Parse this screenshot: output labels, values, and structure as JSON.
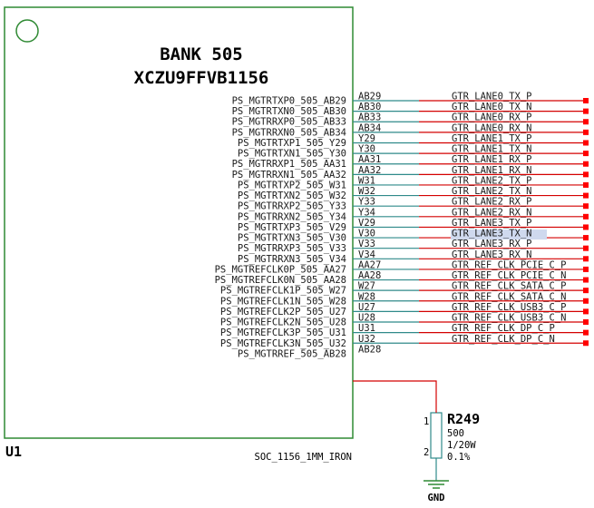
{
  "symbol": {
    "bank_label": "BANK 505",
    "part_number": "XCZU9FFVB1156",
    "ref_des": "U1",
    "footprint": "SOC_1156_1MM_IRON"
  },
  "pins": [
    {
      "name": "PS_MGTRTXP0_505_AB29",
      "num": "AB29",
      "net": "GTR_LANE0_TX_P"
    },
    {
      "name": "PS_MGTRTXN0_505_AB30",
      "num": "AB30",
      "net": "GTR_LANE0_TX_N"
    },
    {
      "name": "PS_MGTRRXP0_505_AB33",
      "num": "AB33",
      "net": "GTR_LANE0_RX_P"
    },
    {
      "name": "PS_MGTRRXN0_505_AB34",
      "num": "AB34",
      "net": "GTR_LANE0_RX_N"
    },
    {
      "name": "PS_MGTRTXP1_505_Y29",
      "num": "Y29",
      "net": "GTR_LANE1_TX_P"
    },
    {
      "name": "PS_MGTRTXN1_505_Y30",
      "num": "Y30",
      "net": "GTR_LANE1_TX_N"
    },
    {
      "name": "PS_MGTRRXP1_505_AA31",
      "num": "AA31",
      "net": "GTR_LANE1_RX_P"
    },
    {
      "name": "PS_MGTRRXN1_505_AA32",
      "num": "AA32",
      "net": "GTR_LANE1_RX_N"
    },
    {
      "name": "PS_MGTRTXP2_505_W31",
      "num": "W31",
      "net": "GTR_LANE2_TX_P"
    },
    {
      "name": "PS_MGTRTXN2_505_W32",
      "num": "W32",
      "net": "GTR_LANE2_TX_N"
    },
    {
      "name": "PS_MGTRRXP2_505_Y33",
      "num": "Y33",
      "net": "GTR_LANE2_RX_P"
    },
    {
      "name": "PS_MGTRRXN2_505_Y34",
      "num": "Y34",
      "net": "GTR_LANE2_RX_N"
    },
    {
      "name": "PS_MGTRTXP3_505_V29",
      "num": "V29",
      "net": "GTR_LANE3_TX_P"
    },
    {
      "name": "PS_MGTRTXN3_505_V30",
      "num": "V30",
      "net": "GTR_LANE3_TX_N",
      "highlight": true
    },
    {
      "name": "PS_MGTRRXP3_505_V33",
      "num": "V33",
      "net": "GTR_LANE3_RX_P"
    },
    {
      "name": "PS_MGTRRXN3_505_V34",
      "num": "V34",
      "net": "GTR_LANE3_RX_N"
    },
    {
      "name": "PS_MGTREFCLK0P_505_AA27",
      "num": "AA27",
      "net": "GTR_REF_CLK_PCIE_C_P"
    },
    {
      "name": "PS_MGTREFCLK0N_505_AA28",
      "num": "AA28",
      "net": "GTR_REF_CLK_PCIE_C_N"
    },
    {
      "name": "PS_MGTREFCLK1P_505_W27",
      "num": "W27",
      "net": "GTR_REF_CLK_SATA_C_P"
    },
    {
      "name": "PS_MGTREFCLK1N_505_W28",
      "num": "W28",
      "net": "GTR_REF_CLK_SATA_C_N"
    },
    {
      "name": "PS_MGTREFCLK2P_505_U27",
      "num": "U27",
      "net": "GTR_REF_CLK_USB3_C_P"
    },
    {
      "name": "PS_MGTREFCLK2N_505_U28",
      "num": "U28",
      "net": "GTR_REF_CLK_USB3_C_N"
    },
    {
      "name": "PS_MGTREFCLK3P_505_U31",
      "num": "U31",
      "net": "GTR_REF_CLK_DP_C_P"
    },
    {
      "name": "PS_MGTREFCLK3N_505_U32",
      "num": "U32",
      "net": "GTR_REF_CLK_DP_C_N"
    },
    {
      "name": "PS_MGTRREF_505_AB28",
      "num": "AB28",
      "net": ""
    }
  ],
  "resistor": {
    "ref": "R249",
    "value": "500",
    "power": "1/20W",
    "tolerance": "0.1%",
    "pin1": "1",
    "pin2": "2"
  },
  "ground_label": "GND",
  "colors": {
    "outline": "#2f8a33",
    "pin_line": "#2f8a8a",
    "net_line": "#d40000",
    "terminator": "#ff0000",
    "text": "#1a1a1a",
    "highlight": "#cfd9ee"
  }
}
